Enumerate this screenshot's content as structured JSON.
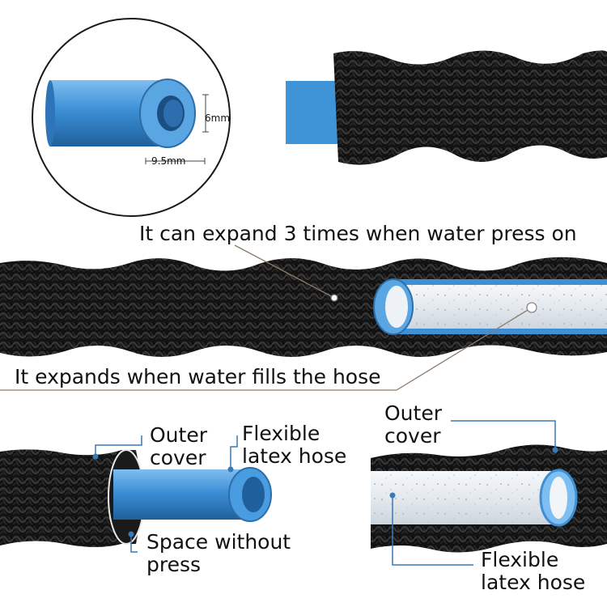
{
  "colors": {
    "braid_dark": "#121212",
    "braid_mid": "#2a2a2a",
    "braid_light": "#4a4a4a",
    "latex_blue": "#3d8fd6",
    "latex_blue_dark": "#1f5f9c",
    "latex_blue_light": "#7fbef0",
    "callout_line": "#3a78b8",
    "leader_line": "#8a7a6a",
    "water": "#e9edf1"
  },
  "detail_inset": {
    "inner_diameter": "6mm",
    "outer_diameter": "9.5mm"
  },
  "captions": {
    "expand_caption": "It can expand 3 times when water press on",
    "fills_caption": "It expands when water fills the hose"
  },
  "left_cutaway": {
    "outer_cover": "Outer\ncover",
    "latex_hose": "Flexible\nlatex hose",
    "space": "Space without\npress"
  },
  "right_cutaway": {
    "outer_cover": "Outer\ncover",
    "latex_hose": "Flexible\nlatex hose"
  }
}
